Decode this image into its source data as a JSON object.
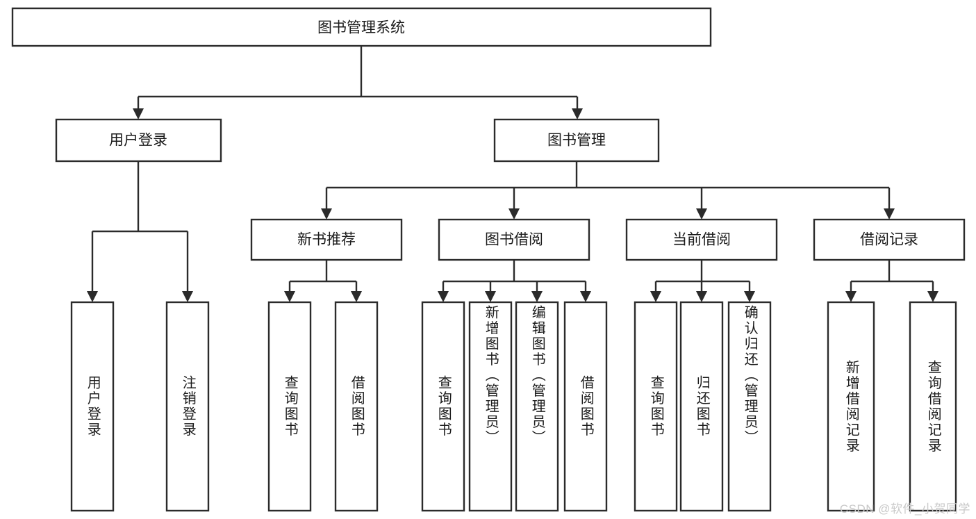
{
  "diagram": {
    "title": "图书管理系统",
    "type": "tree-hierarchy-diagram",
    "orientation": "top-down",
    "colors": {
      "box_stroke": "#2b2b2b",
      "box_fill": "#ffffff",
      "line": "#2b2b2b",
      "text": "#1b1b1b",
      "background": "#ffffff",
      "watermark": "#c9c9c9"
    },
    "root": {
      "label": "图书管理系统"
    },
    "level2": [
      {
        "label": "用户登录"
      },
      {
        "label": "图书管理"
      }
    ],
    "level3": [
      {
        "label": "新书推荐"
      },
      {
        "label": "图书借阅"
      },
      {
        "label": "当前借阅"
      },
      {
        "label": "借阅记录"
      }
    ],
    "leaves": {
      "user_login": [
        {
          "label": "用户登录"
        },
        {
          "label": "注销登录"
        }
      ],
      "new_book_recommend": [
        {
          "label": "查询图书"
        },
        {
          "label": "借阅图书"
        }
      ],
      "book_borrow": [
        {
          "label": "查询图书"
        },
        {
          "label": "新增图书（管理员）"
        },
        {
          "label": "编辑图书（管理员）"
        },
        {
          "label": "借阅图书"
        }
      ],
      "current_borrow": [
        {
          "label": "查询图书"
        },
        {
          "label": "归还图书"
        },
        {
          "label": "确认归还（管理员）"
        }
      ],
      "borrow_record": [
        {
          "label": "新增借阅记录"
        },
        {
          "label": "查询借阅记录"
        }
      ]
    },
    "watermark": "CSDN @软件_小贺同学"
  }
}
